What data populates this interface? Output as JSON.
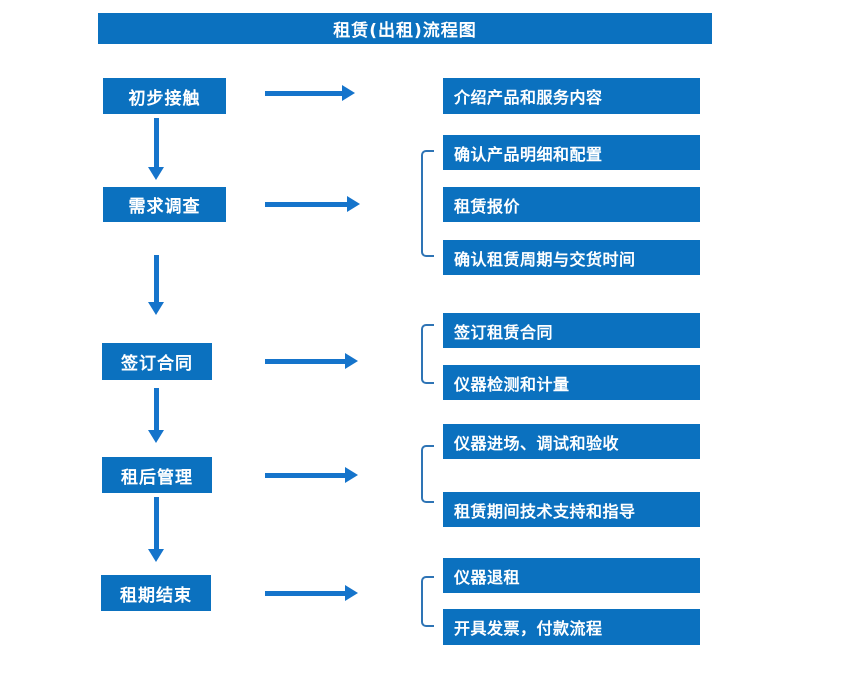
{
  "title": "租赁(出租)流程图",
  "colors": {
    "box_blue": "#0b71bf",
    "arrow_blue": "#1574cb",
    "bracket_blue": "#2e74b5",
    "text_white": "#ffffff",
    "background": "#ffffff"
  },
  "steps": [
    {
      "label": "初步接触",
      "details": [
        "介绍产品和服务内容"
      ]
    },
    {
      "label": "需求调查",
      "details": [
        "确认产品明细和配置",
        "租赁报价",
        "确认租赁周期与交货时间"
      ]
    },
    {
      "label": "签订合同",
      "details": [
        "签订租赁合同",
        "仪器检测和计量"
      ]
    },
    {
      "label": "租后管理",
      "details": [
        "仪器进场、调试和验收",
        "租赁期间技术支持和指导"
      ]
    },
    {
      "label": "租期结束",
      "details": [
        "仪器退租",
        "开具发票，付款流程"
      ]
    }
  ]
}
